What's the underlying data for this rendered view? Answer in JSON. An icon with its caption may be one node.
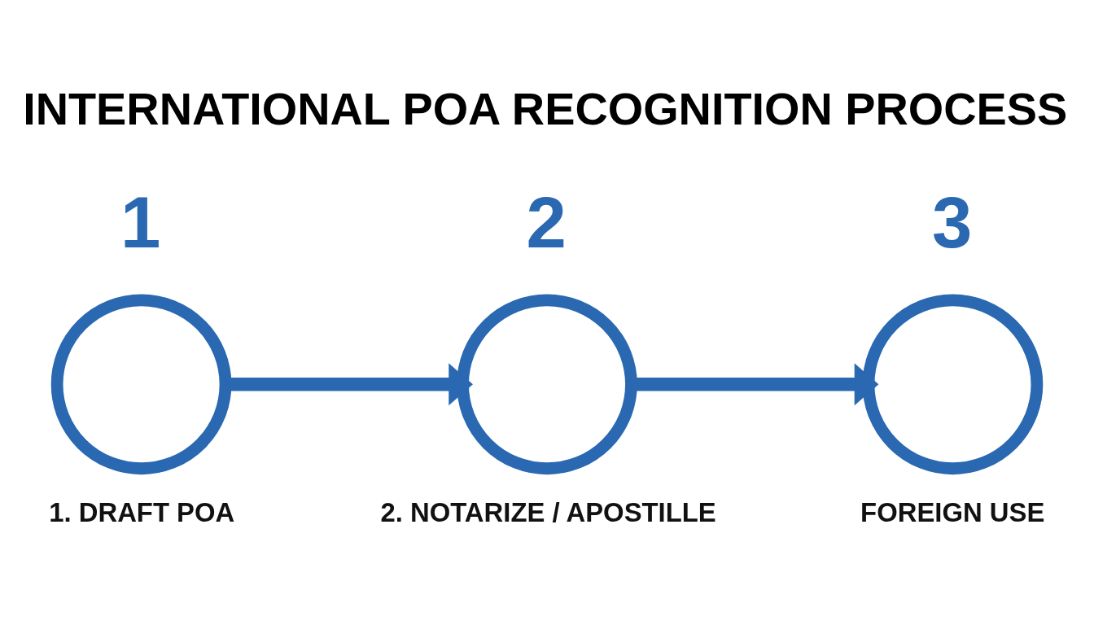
{
  "diagram": {
    "title": "INTERNATIONAL POA RECOGNITION PROCESS",
    "nodes": [
      {
        "text": [],
        "shape": "circle",
        "beside": [
          "1",
          "1. DRAFT POA"
        ]
      },
      {
        "text": [],
        "shape": "circle",
        "beside": [
          "2",
          "2. NOTARIZE / APOSTILLE"
        ]
      },
      {
        "text": [],
        "shape": "circle",
        "beside": [
          "3",
          "FOREIGN USE"
        ]
      }
    ],
    "edges": [
      {
        "from": 0,
        "to": 1,
        "arrow": "to"
      },
      {
        "from": 1,
        "to": 2,
        "arrow": "to"
      }
    ]
  }
}
